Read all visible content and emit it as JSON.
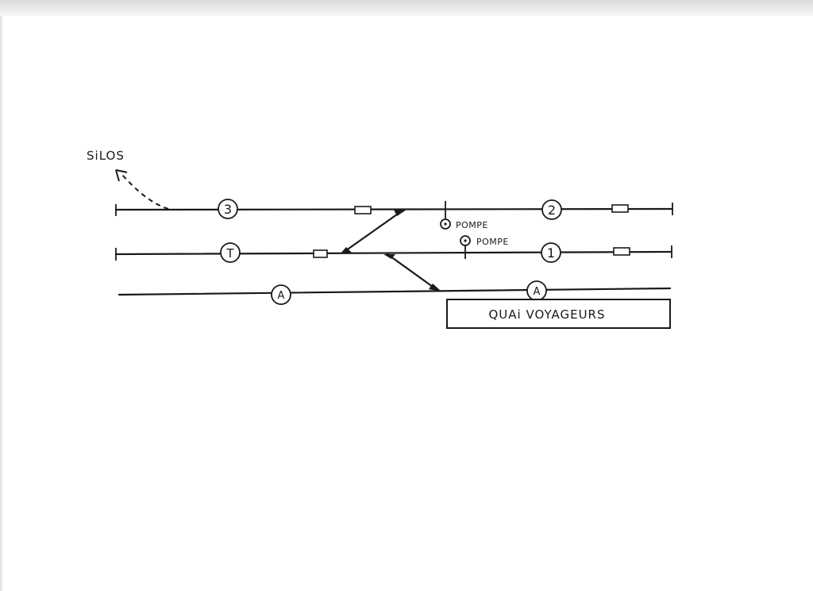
{
  "labels": {
    "silos": "SiLOS",
    "pompe_upper": "POMPE",
    "pompe_lower": "POMPE",
    "platform": "QUAi VOYAGEURS"
  },
  "track_markers": {
    "track_3": "3",
    "track_2": "2",
    "track_t": "T",
    "track_1": "1",
    "track_a_left": "A",
    "track_a_right": "A"
  },
  "colors": {
    "ink": "#1a1a1a",
    "paper": "#ffffff",
    "page_edge": "#dcdcdc"
  }
}
